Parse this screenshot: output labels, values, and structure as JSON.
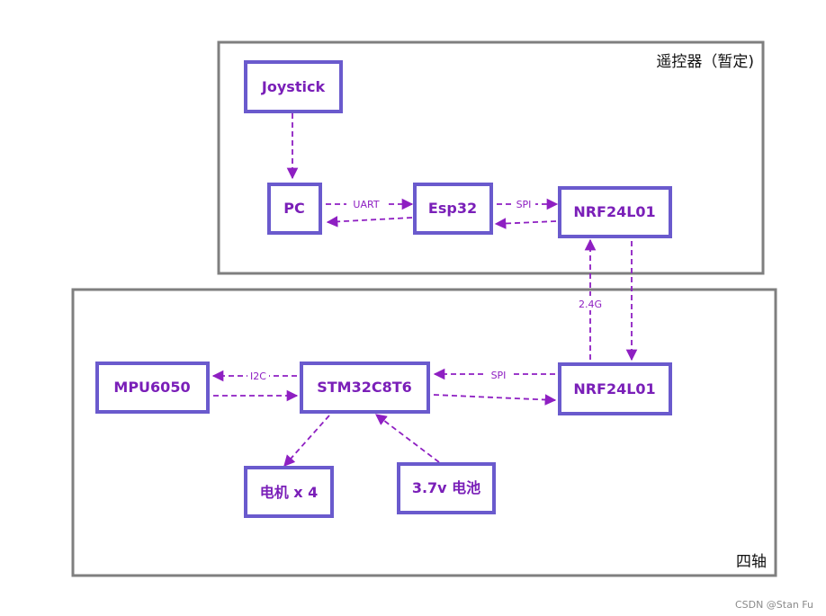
{
  "groups": {
    "remote": {
      "label": "遥控器（暂定)"
    },
    "quad": {
      "label": "四轴"
    }
  },
  "nodes": {
    "joystick": "Joystick",
    "pc": "PC",
    "esp32": "Esp32",
    "nrf_top": "NRF24L01",
    "mpu": "MPU6050",
    "stm": "STM32C8T6",
    "nrf_bottom": "NRF24L01",
    "motor": "电机 x 4",
    "battery": "3.7v 电池"
  },
  "edge_labels": {
    "uart": "UART",
    "spi_top": "SPI",
    "radio": "2.4G",
    "i2c": "I2C",
    "spi_bottom": "SPI"
  },
  "colors": {
    "node_border": "#6a5acd",
    "node_text": "#7a1fb8",
    "edge": "#8e1fc2",
    "group_border": "#7f7f7f"
  },
  "watermark": "CSDN @Stan Fu"
}
